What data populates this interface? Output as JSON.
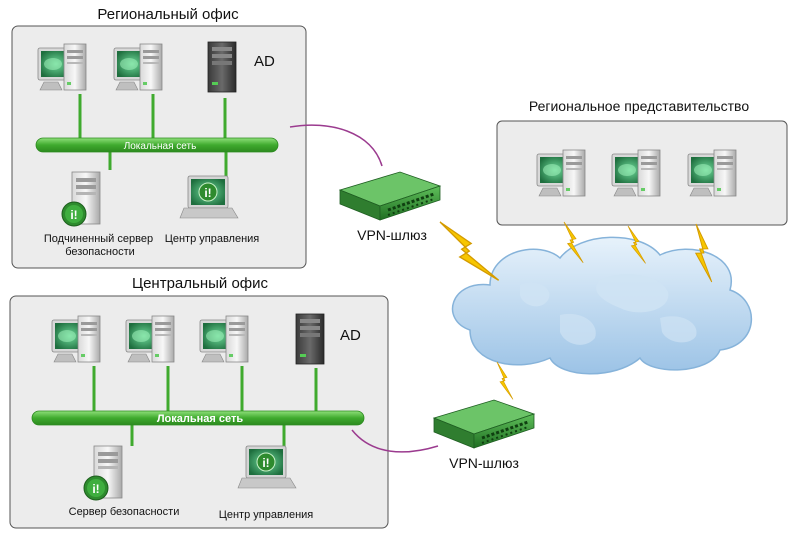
{
  "regional_office": {
    "title": "Региональный офис",
    "ad_label": "AD",
    "lan_label": "Локальная сеть",
    "security_server": "Подчиненный сервер безопасности",
    "security_server_line1": "Подчиненный сервер",
    "security_server_line2": "безопасности",
    "control_center": "Центр управления"
  },
  "central_office": {
    "title": "Центральный офис",
    "ad_label": "AD",
    "lan_label": "Локальная сеть",
    "security_server": "Сервер безопасности",
    "control_center": "Центр управления"
  },
  "regional_rep": {
    "title": "Региональное представительство"
  },
  "gateways": {
    "top": "VPN-шлюз",
    "bottom": "VPN-шлюз"
  },
  "colors": {
    "lan_green": "#3faa2e",
    "cable_purple": "#9b3b8f",
    "box_fill": "#ececec",
    "box_stroke": "#555555",
    "bolt": "#f7c600",
    "cloud": "#bcd8f0"
  }
}
